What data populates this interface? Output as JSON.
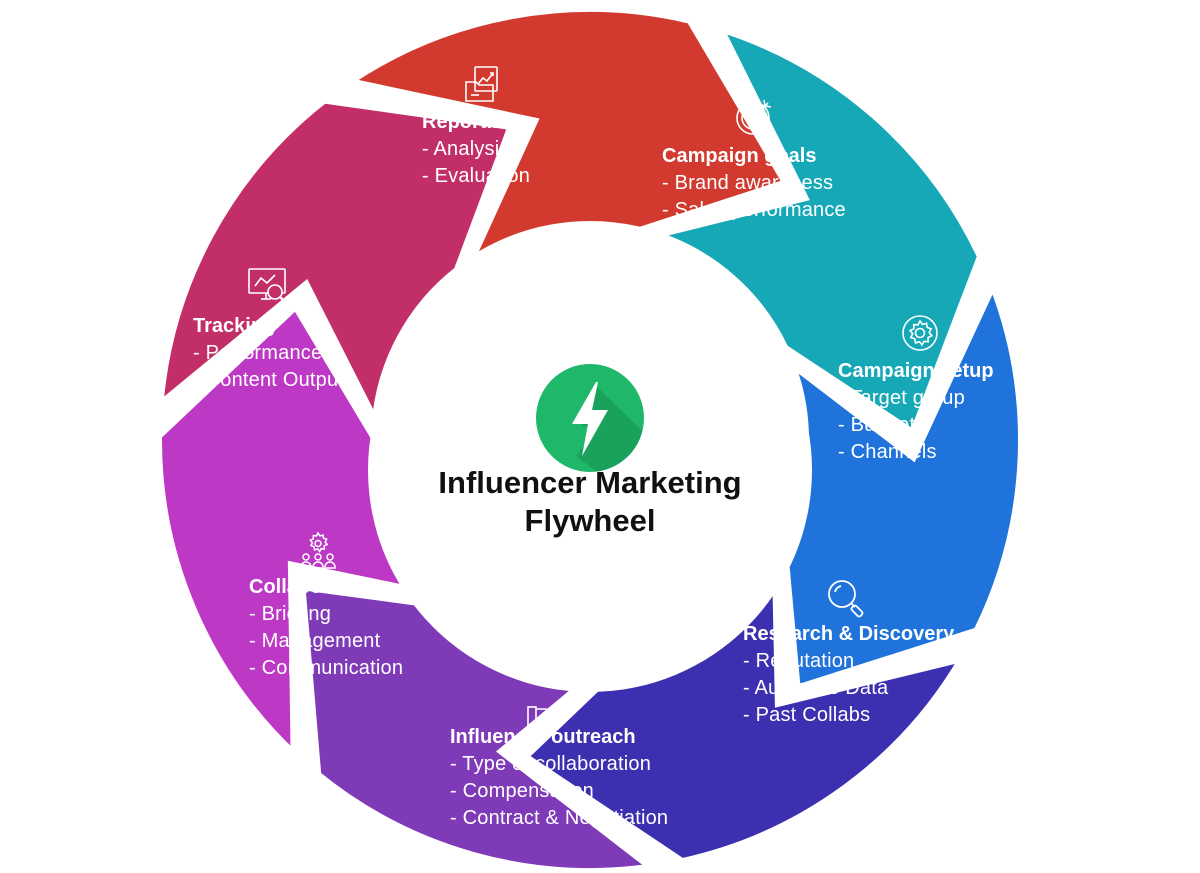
{
  "title_line1": "Influencer Marketing",
  "title_line2": "Flywheel",
  "colors": {
    "reporting": "#d23a2f",
    "campaign_goals": "#17a8b8",
    "campaign_setup": "#1f73da",
    "research": "#3c2fb0",
    "outreach": "#7f3ab8",
    "collaboration": "#bd38c4",
    "tracking": "#c22f68",
    "logo": "#1fb86a"
  },
  "segments": [
    {
      "key": "reporting",
      "icon": "chart-report-icon",
      "title": "Reporting",
      "items": [
        "- Analysis",
        "- Evaluation"
      ]
    },
    {
      "key": "campaign_goals",
      "icon": "target-icon",
      "title": "Campaign goals",
      "items": [
        "- Brand awareness",
        "- Sales performance"
      ]
    },
    {
      "key": "campaign_setup",
      "icon": "gear-icon",
      "title": "Campaign setup",
      "items": [
        "- Target group",
        "- Budget",
        "- Channels"
      ]
    },
    {
      "key": "research",
      "icon": "magnifier-icon",
      "title": "Research & Discovery",
      "items": [
        "- Reputation",
        "- Audience Data",
        "- Past Collabs"
      ]
    },
    {
      "key": "outreach",
      "icon": "handshake-icon",
      "title": "Influencer outreach",
      "items": [
        "- Type of collaboration",
        "- Compensation",
        "- Contract & Negotiation"
      ]
    },
    {
      "key": "collaboration",
      "icon": "team-gear-icon",
      "title": "Collaboration",
      "items": [
        "- Briefing",
        "- Management",
        "- Communication"
      ]
    },
    {
      "key": "tracking",
      "icon": "monitor-search-icon",
      "title": "Tracking",
      "items": [
        "- Performance",
        "- Content Output"
      ]
    }
  ]
}
